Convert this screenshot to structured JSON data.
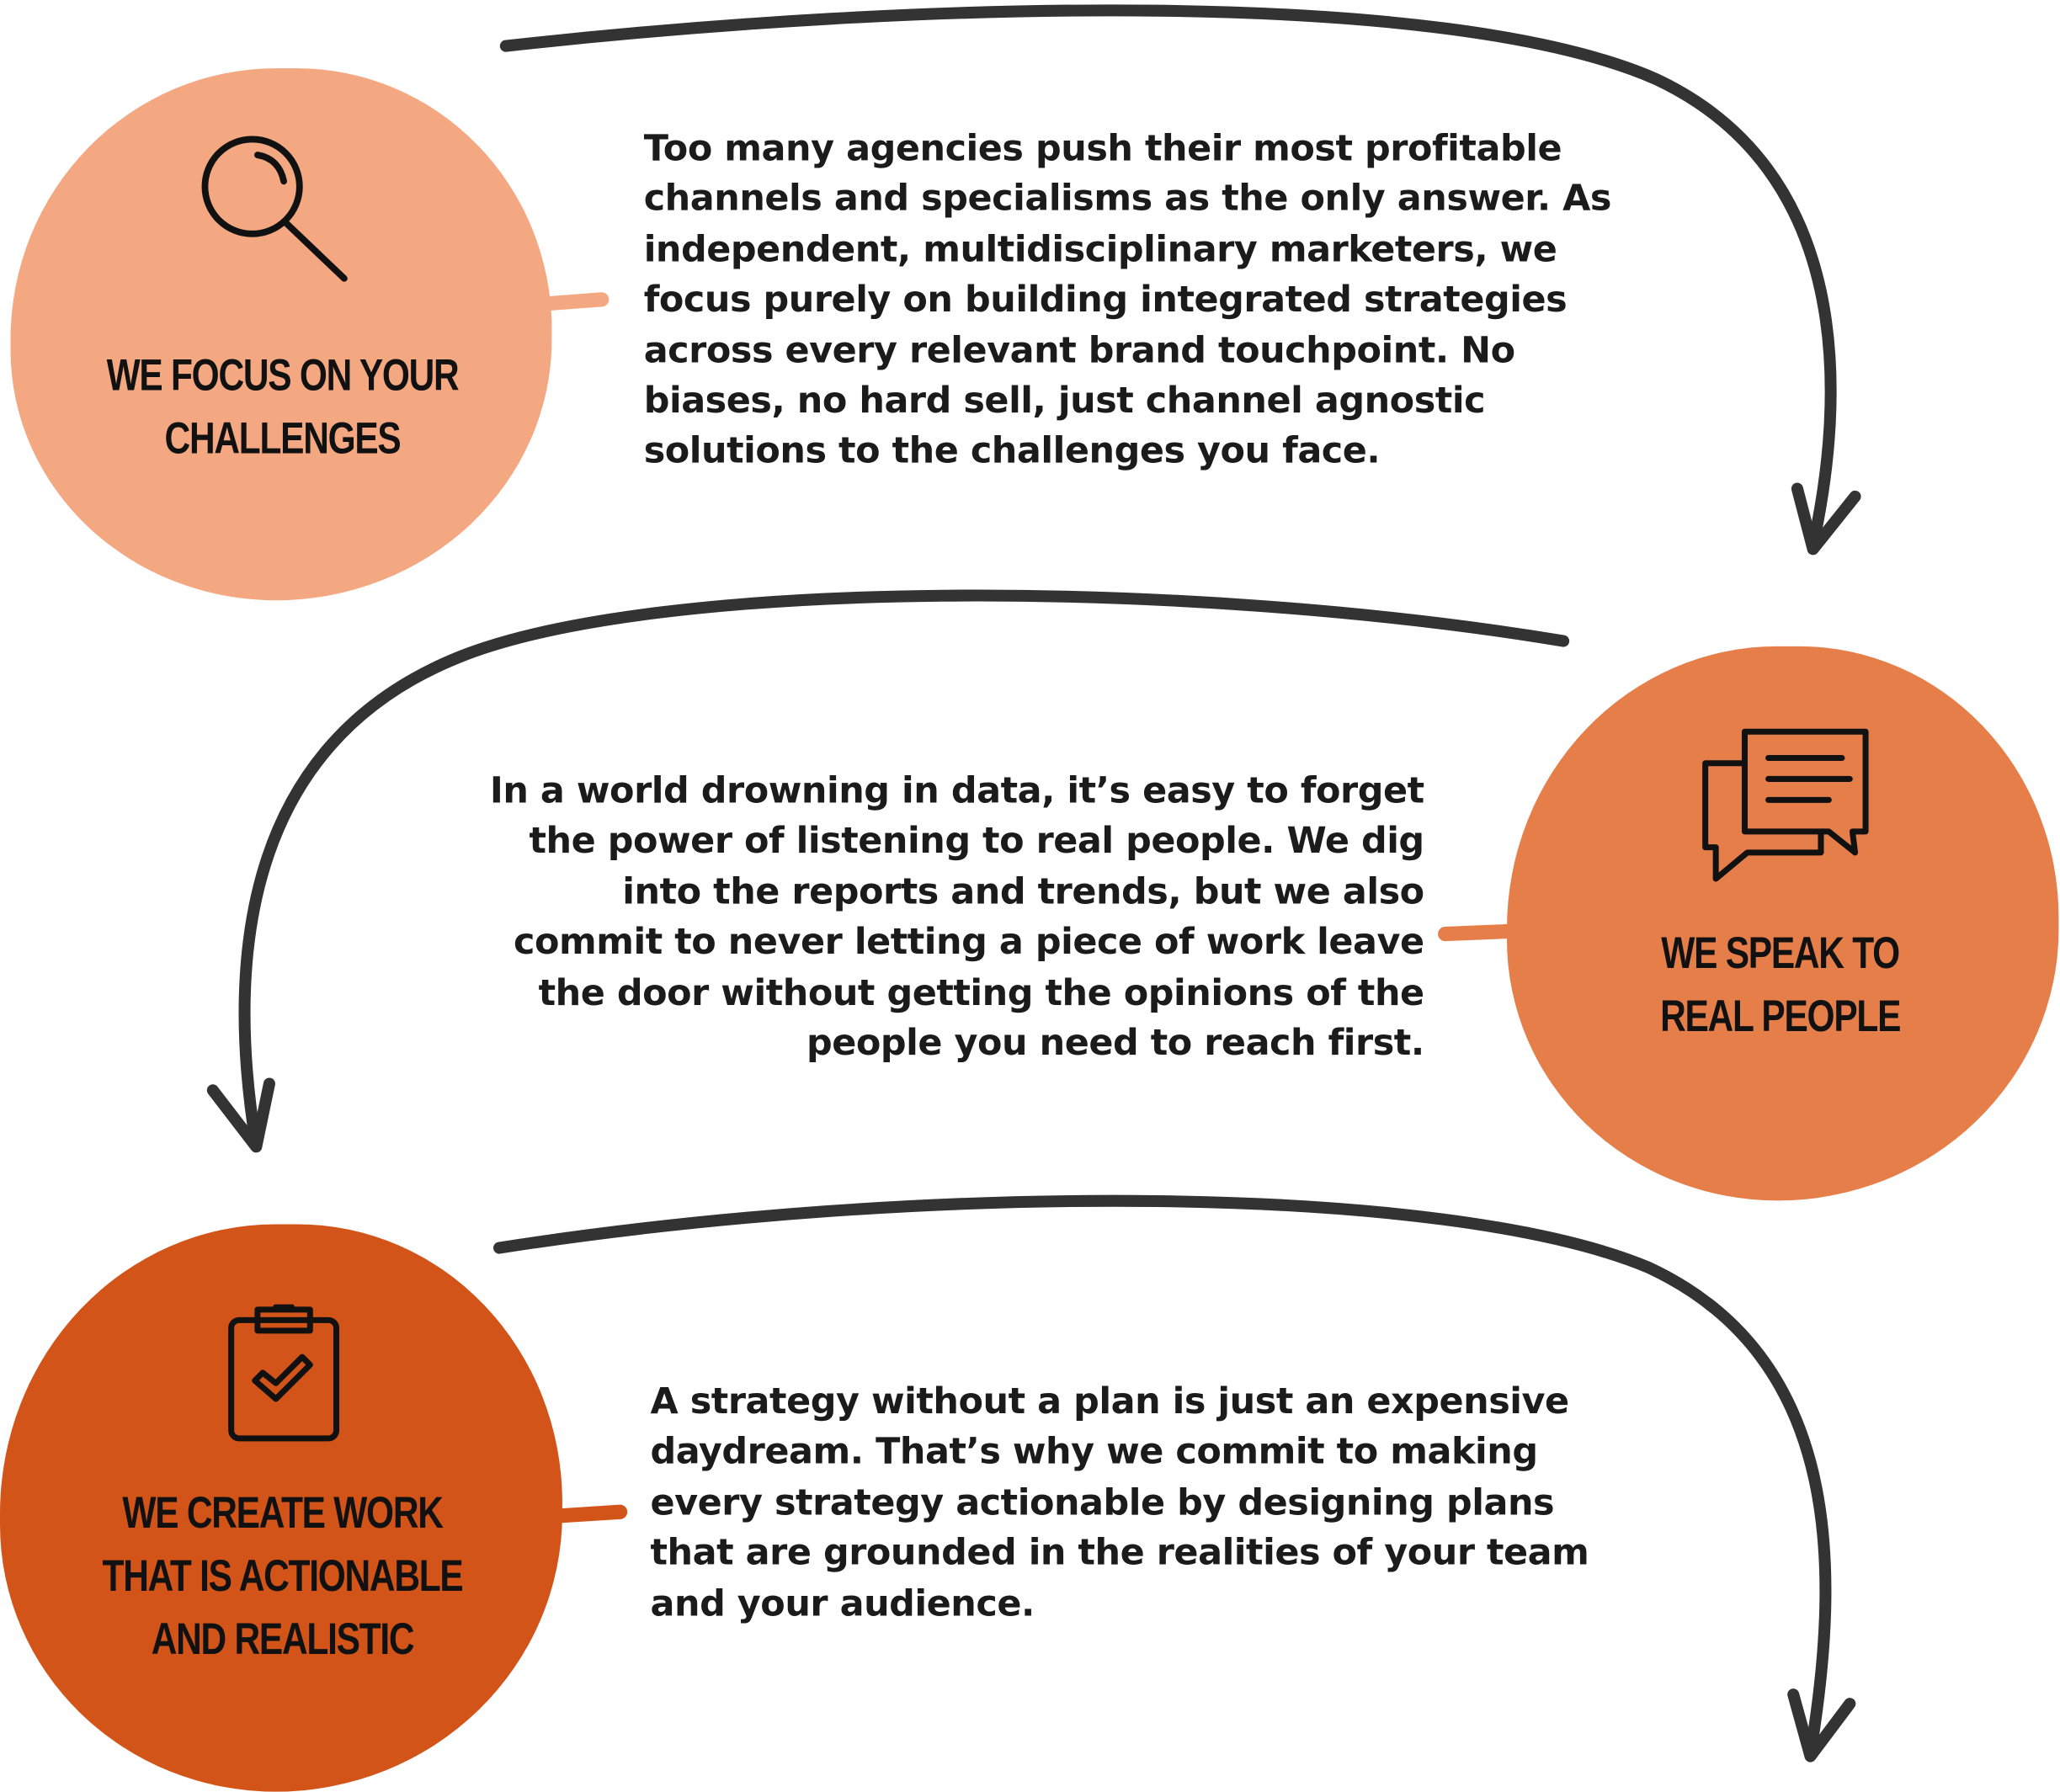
{
  "colors": {
    "circle_1": "#F4A882",
    "circle_2": "#E67E4A",
    "circle_3": "#D35418",
    "arrow": "#333333",
    "text": "#1b1b1b"
  },
  "steps": [
    {
      "icon": "magnifying-glass-icon",
      "title_lines": [
        "We focus on your",
        "challenges"
      ],
      "body_lines": [
        "Too many agencies push their most profitable",
        "channels and specialisms as the only answer. As",
        "independent, multidisciplinary marketers, we",
        "focus purely on building integrated strategies",
        "across every relevant brand touchpoint. No",
        "biases, no hard sell, just channel agnostic",
        "solutions to the challenges you face."
      ]
    },
    {
      "icon": "chat-bubbles-icon",
      "title_lines": [
        "We speak to",
        "real people"
      ],
      "body_lines": [
        "In a world drowning in data, it’s easy to forget",
        "the power of listening to real people. We dig",
        "into the reports and trends, but we also",
        "commit to never letting a piece of work leave",
        "the door without getting the opinions of the",
        "people you need to reach first."
      ]
    },
    {
      "icon": "clipboard-check-icon",
      "title_lines": [
        "We create work",
        "that is actionable",
        "and realistic"
      ],
      "body_lines": [
        "A strategy without a plan is just an expensive",
        "daydream. That’s why we commit to making",
        "every strategy actionable by designing plans",
        "that are grounded in the realities of your team",
        "and your audience."
      ]
    }
  ]
}
